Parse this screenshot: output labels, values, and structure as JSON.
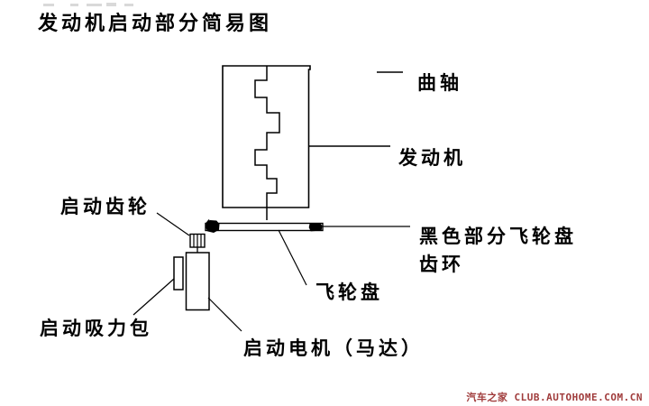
{
  "title": {
    "text": "发动机启动部分简易图"
  },
  "labels": {
    "crankshaft": "曲轴",
    "engine": "发动机",
    "starter_gear": "启动齿轮",
    "ring_gear_line1": "黑色部分飞轮盘",
    "ring_gear_line2": "齿环",
    "flywheel": "飞轮盘",
    "starter_solenoid": "启动吸力包",
    "starter_motor": "启动电机（马达）"
  },
  "watermark": {
    "text": "汽车之家 CLUB.AUTOHOME.COM.CN",
    "color": "#a03c3c"
  },
  "colors": {
    "line": "#000000",
    "text": "#000000",
    "background": "#ffffff",
    "ring_gear_fill": "#000000"
  }
}
